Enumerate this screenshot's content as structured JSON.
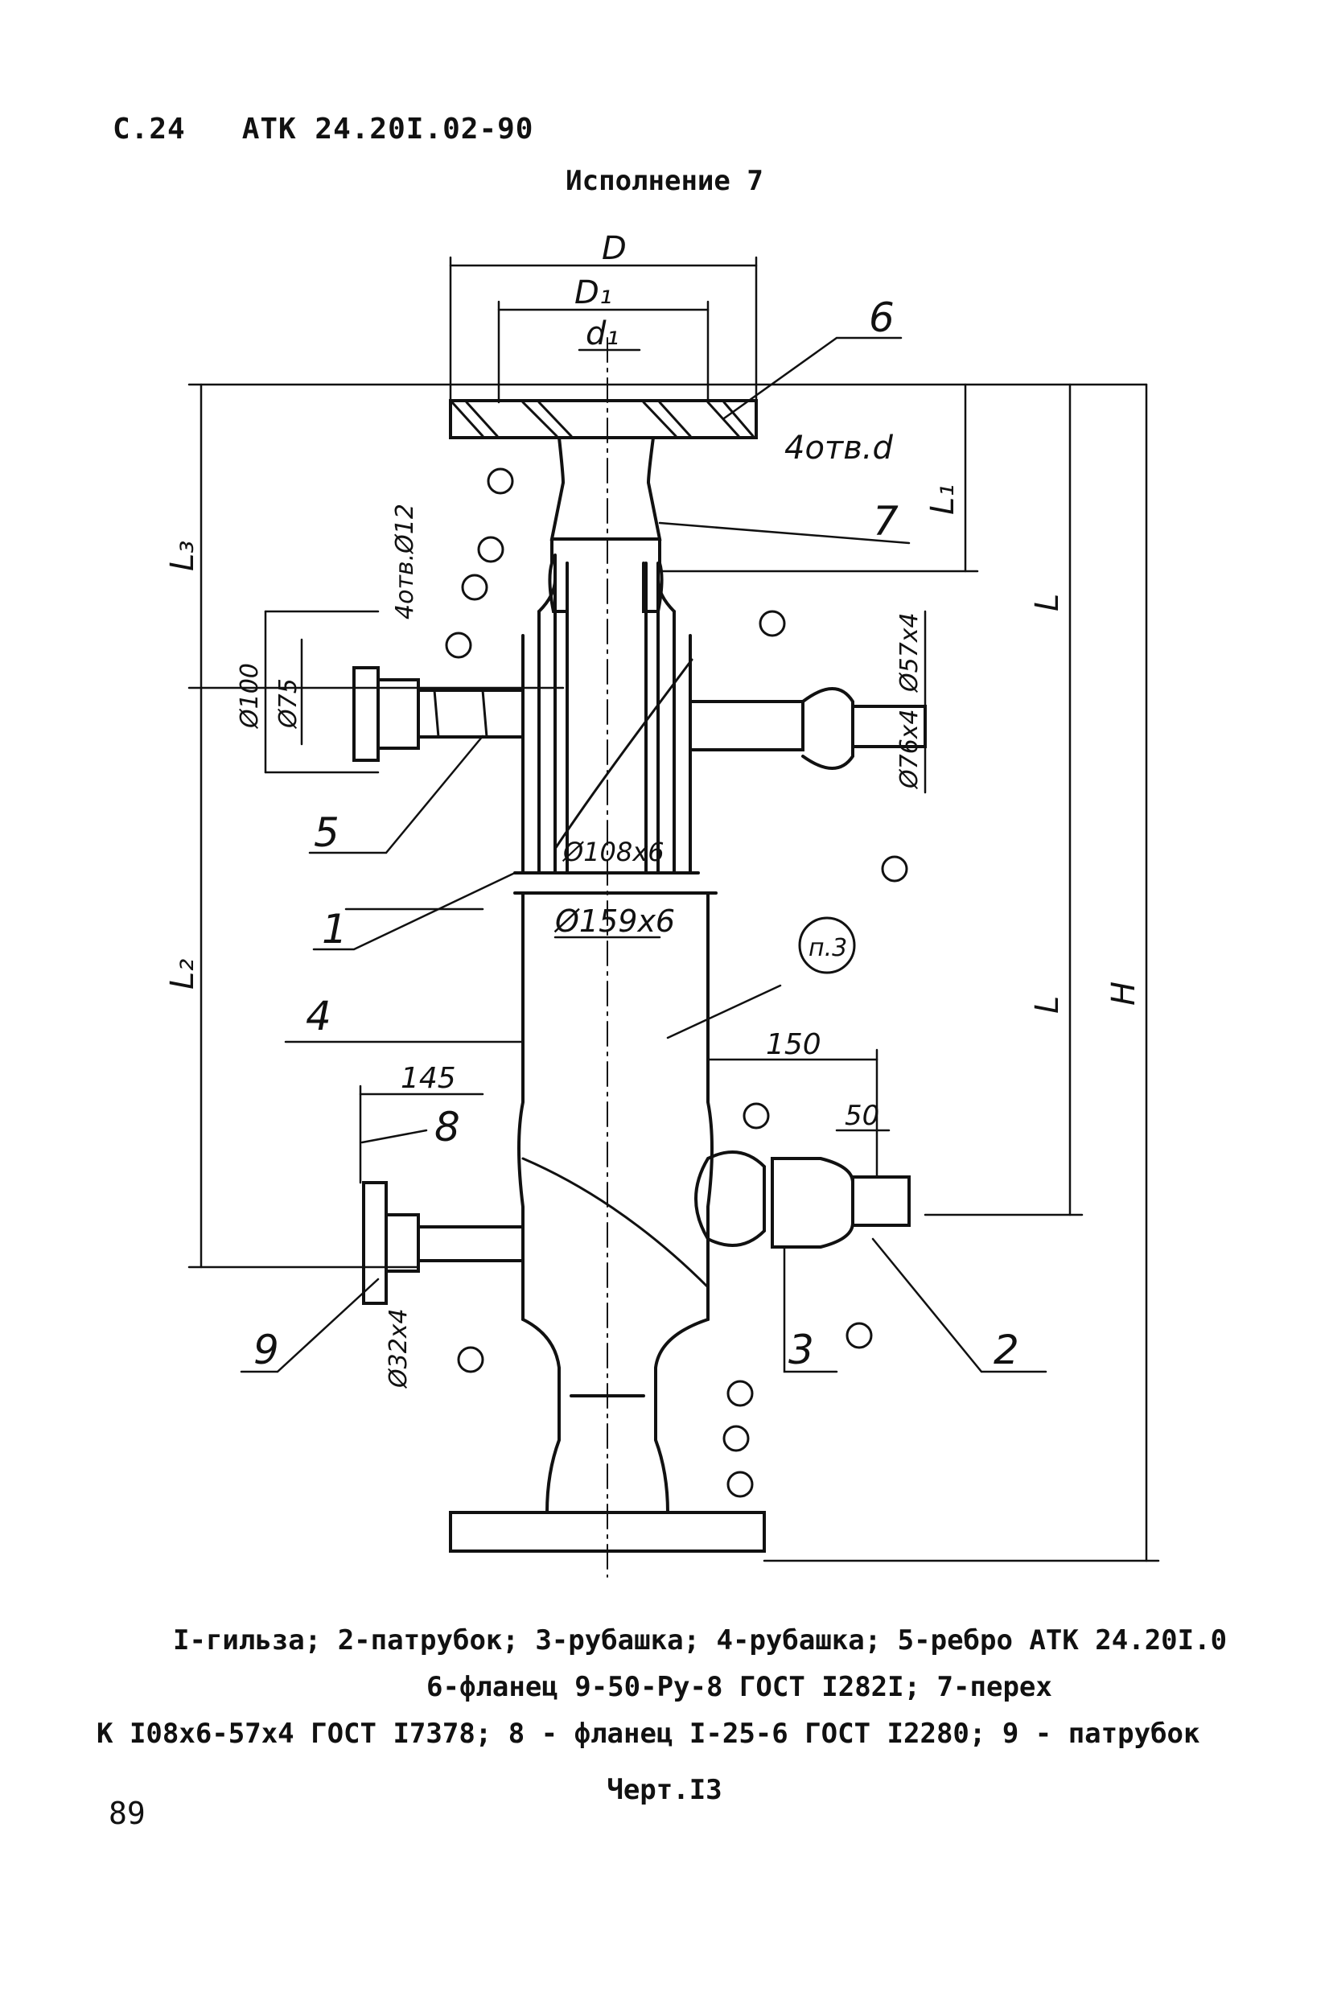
{
  "header": {
    "page": "С.24",
    "doc_code": "АТК 24.20I.02-90"
  },
  "variant_title": "Исполнение 7",
  "drawing": {
    "dims": {
      "D": "D",
      "D1": "D₁",
      "d1": "d₁",
      "holes_d": "4отв.d",
      "holes_12": "4отв.Ø12",
      "d100": "Ø100",
      "d75": "Ø75",
      "d57": "Ø57x4",
      "d76": "Ø76x4",
      "d108": "Ø108x6",
      "d159": "Ø159x6",
      "d32": "Ø32x4",
      "L1": "L₁",
      "L2": "L₂",
      "L3": "L₃",
      "L": "L",
      "L_low": "L",
      "H": "H",
      "d145": "145",
      "d150": "150",
      "d50": "50"
    },
    "part_labels": [
      "1",
      "2",
      "3",
      "4",
      "5",
      "6",
      "7",
      "8",
      "9"
    ],
    "note": "п.3"
  },
  "caption": {
    "line1": "I-гильза; 2-патрубок; 3-рубашка; 4-рубашка; 5-ребро АТК 24.20I.0",
    "line2": "6-фланец 9-50-Pу-8          ГОСТ I282I;      7-перех",
    "line3": "К I08x6-57x4 ГОСТ I7378; 8 - фланец I-25-6 ГОСТ I2280; 9 - патрубок"
  },
  "figure_label": "Черт.I3",
  "page_number": "89"
}
